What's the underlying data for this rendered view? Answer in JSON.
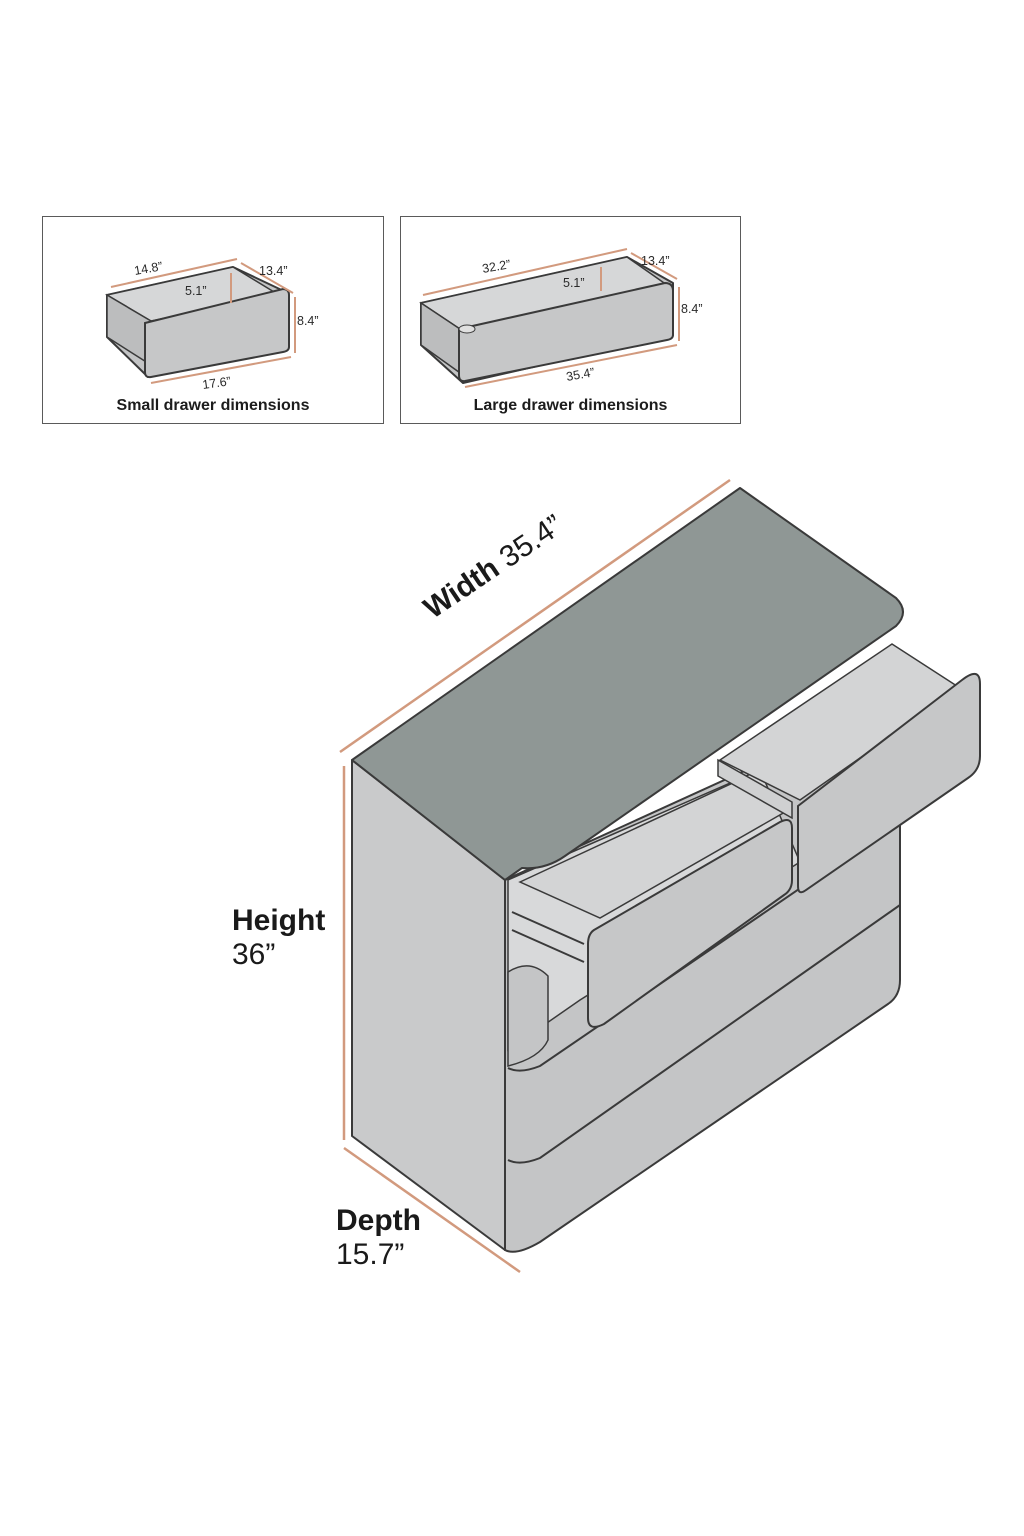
{
  "small_drawer": {
    "caption": "Small drawer dimensions",
    "inner_width": "14.8”",
    "depth": "13.4”",
    "inner_height": "5.1”",
    "front_height": "8.4”",
    "front_width": "17.6”"
  },
  "large_drawer": {
    "caption": "Large drawer dimensions",
    "inner_width": "32.2”",
    "depth": "13.4”",
    "inner_height": "5.1”",
    "front_height": "8.4”",
    "front_width": "35.4”"
  },
  "dresser": {
    "width_label": "Width",
    "width_value": "35.4”",
    "height_label": "Height",
    "height_value": "36”",
    "depth_label": "Depth",
    "depth_value": "15.7”"
  },
  "colors": {
    "dimension_line": "#d29a7e",
    "body_gray": "#c4c5c6",
    "top_gray": "#8f9795",
    "outline": "#3a3a3a"
  }
}
